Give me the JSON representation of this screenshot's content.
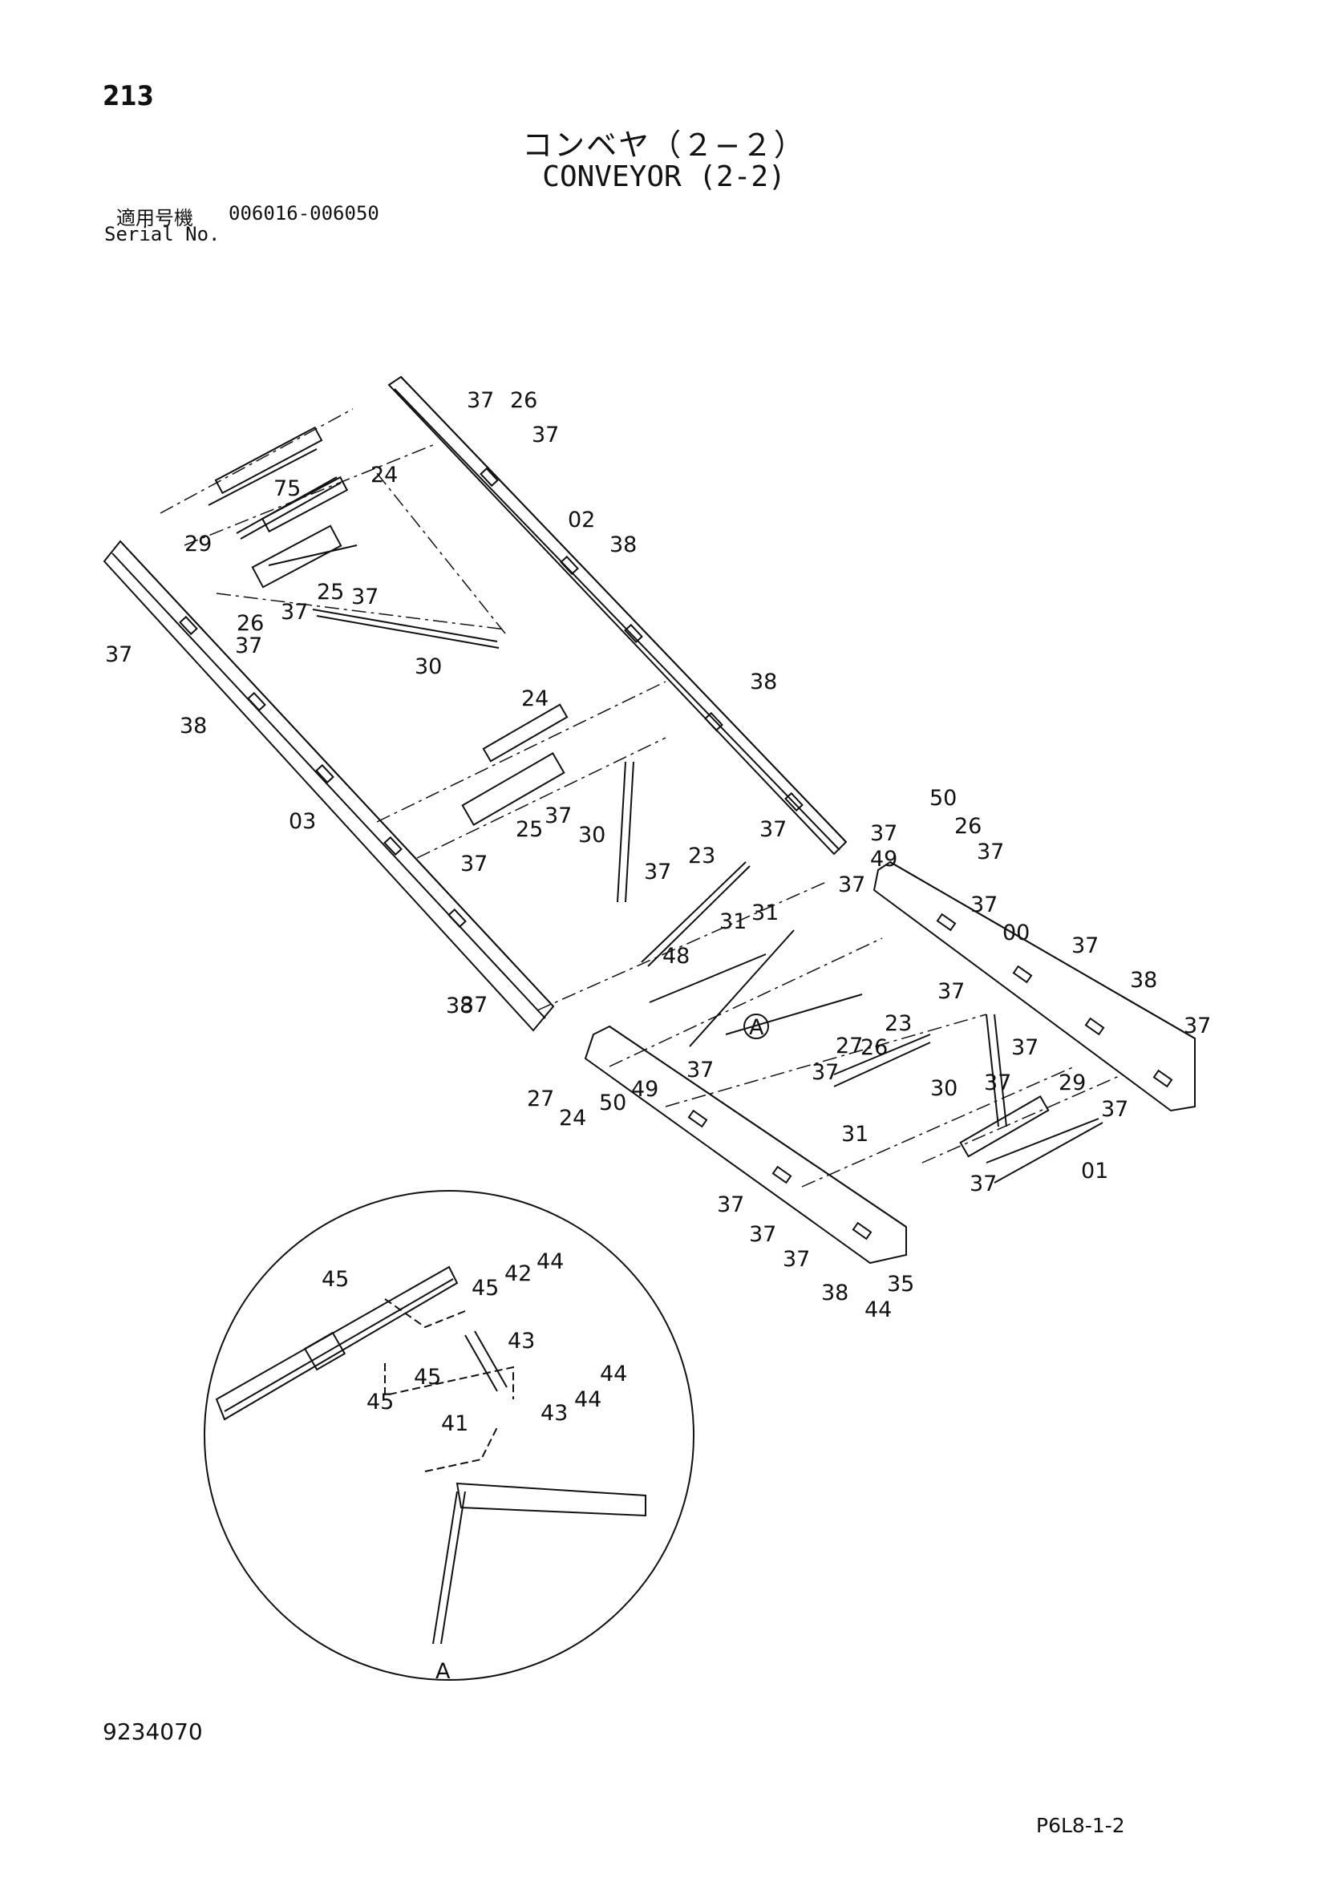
{
  "header": {
    "page_number": "213",
    "title_jp": "コンベヤ（２−２）",
    "title_en": "CONVEYOR (2-2)",
    "serial_label_jp": "適用号機",
    "serial_range": "006016-006050",
    "serial_label_en": "Serial No."
  },
  "footer": {
    "doc_number": "9234070",
    "code": "P6L8-1-2"
  },
  "detail": {
    "marker": "A",
    "caption": "A"
  },
  "callouts": [
    {
      "id": "c1",
      "text": "37"
    },
    {
      "id": "c2",
      "text": "26"
    },
    {
      "id": "c3",
      "text": "37"
    },
    {
      "id": "c4",
      "text": "24"
    },
    {
      "id": "c5",
      "text": "75"
    },
    {
      "id": "c6",
      "text": "29"
    },
    {
      "id": "c7",
      "text": "02"
    },
    {
      "id": "c8",
      "text": "38"
    },
    {
      "id": "c9",
      "text": "25"
    },
    {
      "id": "c10",
      "text": "37"
    },
    {
      "id": "c11",
      "text": "37"
    },
    {
      "id": "c12",
      "text": "26"
    },
    {
      "id": "c13",
      "text": "37"
    },
    {
      "id": "c14",
      "text": "37"
    },
    {
      "id": "c15",
      "text": "30"
    },
    {
      "id": "c16",
      "text": "38"
    },
    {
      "id": "c17",
      "text": "38"
    },
    {
      "id": "c18",
      "text": "24"
    },
    {
      "id": "c19",
      "text": "03"
    },
    {
      "id": "c20",
      "text": "25"
    },
    {
      "id": "c21",
      "text": "37"
    },
    {
      "id": "c22",
      "text": "37"
    },
    {
      "id": "c23",
      "text": "30"
    },
    {
      "id": "c24",
      "text": "37"
    },
    {
      "id": "c25",
      "text": "23"
    },
    {
      "id": "c26",
      "text": "37"
    },
    {
      "id": "c27",
      "text": "31"
    },
    {
      "id": "c28",
      "text": "31"
    },
    {
      "id": "c29",
      "text": "48"
    },
    {
      "id": "c30",
      "text": "37"
    },
    {
      "id": "c31",
      "text": "38"
    },
    {
      "id": "c32",
      "text": "37"
    },
    {
      "id": "c33",
      "text": "50"
    },
    {
      "id": "c34",
      "text": "26"
    },
    {
      "id": "c35",
      "text": "37"
    },
    {
      "id": "c36",
      "text": "49"
    },
    {
      "id": "c37",
      "text": "37"
    },
    {
      "id": "c38",
      "text": "37"
    },
    {
      "id": "c39",
      "text": "00"
    },
    {
      "id": "c40",
      "text": "37"
    },
    {
      "id": "c41",
      "text": "38"
    },
    {
      "id": "c42",
      "text": "37"
    },
    {
      "id": "c43",
      "text": "37"
    },
    {
      "id": "c44",
      "text": "23"
    },
    {
      "id": "c45",
      "text": "27"
    },
    {
      "id": "c46",
      "text": "37"
    },
    {
      "id": "c47",
      "text": "29"
    },
    {
      "id": "c48",
      "text": "30"
    },
    {
      "id": "c49",
      "text": "37"
    },
    {
      "id": "c50",
      "text": "37"
    },
    {
      "id": "c51",
      "text": "26"
    },
    {
      "id": "c52",
      "text": "37"
    },
    {
      "id": "c53",
      "text": "50"
    },
    {
      "id": "c54",
      "text": "49"
    },
    {
      "id": "c55",
      "text": "37"
    },
    {
      "id": "c56",
      "text": "27"
    },
    {
      "id": "c57",
      "text": "24"
    },
    {
      "id": "c58",
      "text": "31"
    },
    {
      "id": "c59",
      "text": "37"
    },
    {
      "id": "c60",
      "text": "01"
    },
    {
      "id": "c61",
      "text": "37"
    },
    {
      "id": "c62",
      "text": "37"
    },
    {
      "id": "c63",
      "text": "37"
    },
    {
      "id": "c64",
      "text": "38"
    },
    {
      "id": "c65",
      "text": "35"
    },
    {
      "id": "c66",
      "text": "44"
    },
    {
      "id": "c67",
      "text": "45"
    },
    {
      "id": "c68",
      "text": "45"
    },
    {
      "id": "c69",
      "text": "42"
    },
    {
      "id": "c70",
      "text": "44"
    },
    {
      "id": "c71",
      "text": "43"
    },
    {
      "id": "c72",
      "text": "45"
    },
    {
      "id": "c73",
      "text": "45"
    },
    {
      "id": "c74",
      "text": "44"
    },
    {
      "id": "c75",
      "text": "44"
    },
    {
      "id": "c76",
      "text": "43"
    },
    {
      "id": "c77",
      "text": "41"
    }
  ]
}
